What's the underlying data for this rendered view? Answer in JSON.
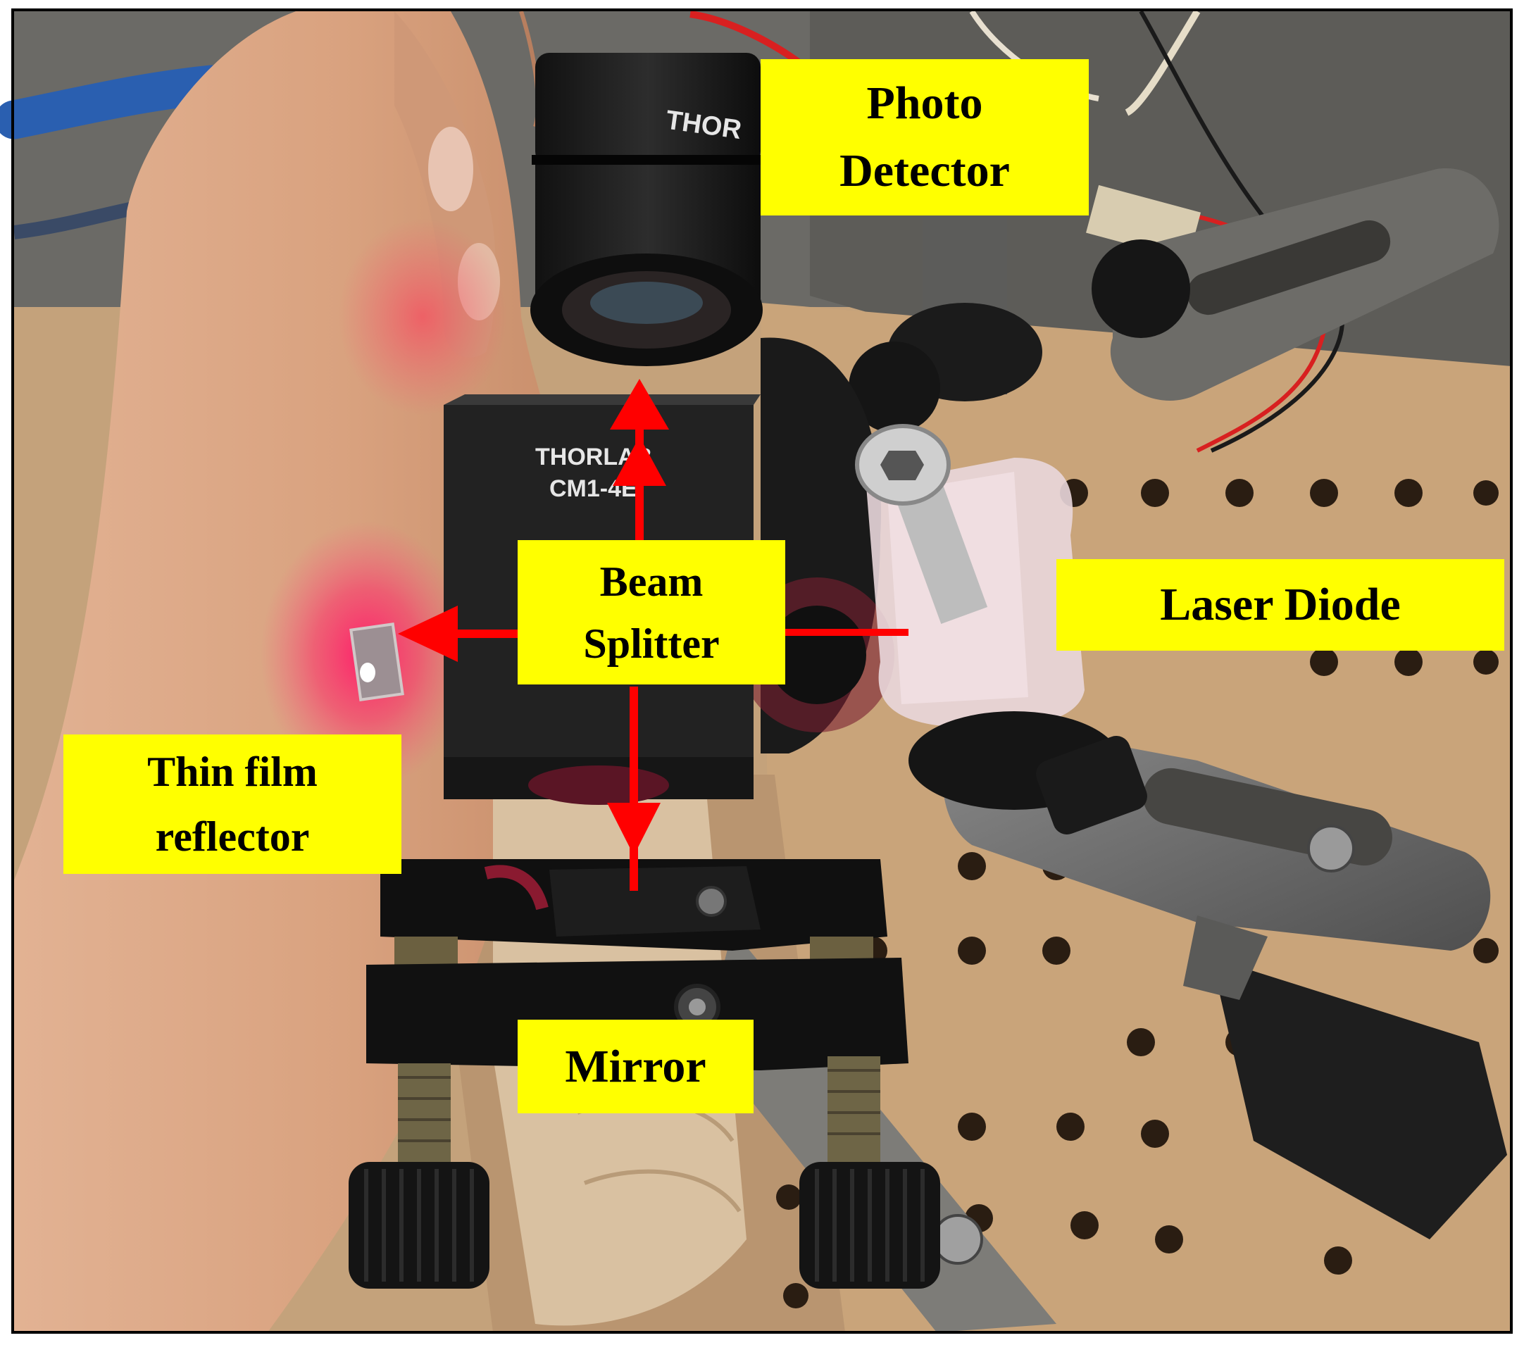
{
  "image_labels": {
    "photo_detector": [
      "Photo",
      "Detector"
    ],
    "beam_splitter": [
      "Beam",
      "Splitter"
    ],
    "laser_diode": [
      "Laser Diode"
    ],
    "thin_film_reflector": [
      "Thin film",
      "reflector"
    ],
    "mirror": [
      "Mirror"
    ]
  },
  "photo_text": {
    "detector_brand": "THOR",
    "cube_brand": "THORLAB",
    "cube_model": "CM1-4E"
  },
  "colors": {
    "label_fill": "#ffff00",
    "arrow": "#ff0000",
    "frame": "#000000",
    "pegboard": "#c7a379",
    "metal": "#6b6b6b",
    "skin": "#d8a583"
  }
}
